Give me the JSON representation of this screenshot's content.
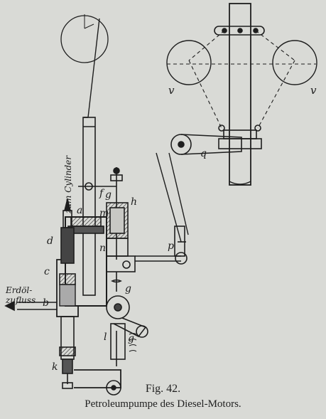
{
  "labels": {
    "cylinder": "zum Cylinder",
    "inflow_1": "Erdöl-",
    "inflow_2": "zufluss",
    "a": "a",
    "b": "b",
    "c": "c",
    "d": "d",
    "f": "f",
    "g1": "g",
    "g2": "g",
    "g3": "g",
    "h": "h",
    "k": "k",
    "l": "l",
    "m": "m",
    "n": "n",
    "p": "p",
    "q": "q",
    "v_left": "v",
    "v_right": "v"
  },
  "caption": {
    "figure_number": "Fig. 42.",
    "title": "Petroleumpumpe des Diesel-Motors."
  }
}
